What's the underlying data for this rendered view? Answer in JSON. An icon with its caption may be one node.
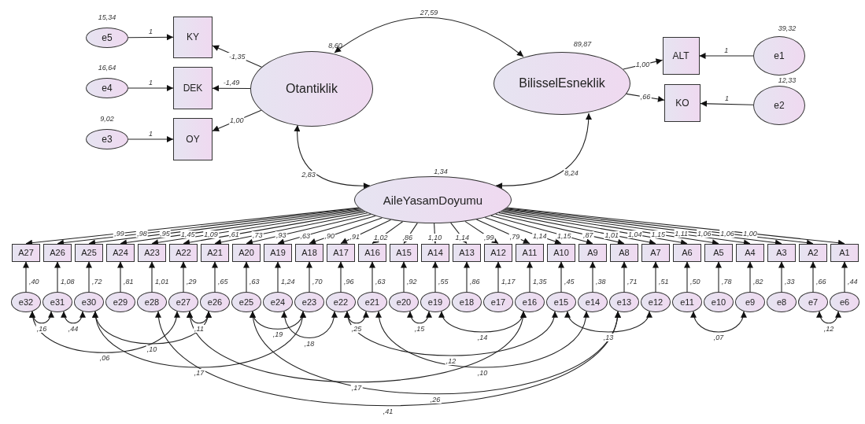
{
  "diagram": {
    "nodes": [
      {
        "text": [
          "e5"
        ],
        "beside": [
          "15,34"
        ]
      },
      {
        "text": [
          "KY"
        ]
      },
      {
        "text": [
          "e4"
        ],
        "beside": [
          "16,64"
        ]
      },
      {
        "text": [
          "DEK"
        ]
      },
      {
        "text": [
          "e3"
        ],
        "beside": [
          "9,02"
        ]
      },
      {
        "text": [
          "OY"
        ]
      },
      {
        "text": [
          "Otantiklik"
        ],
        "beside": [
          "8,60"
        ]
      },
      {
        "text": [
          "BilisselEsneklik"
        ],
        "beside": [
          "89,87"
        ]
      },
      {
        "text": [
          "ALT"
        ]
      },
      {
        "text": [
          "e1"
        ],
        "beside": [
          "39,32"
        ]
      },
      {
        "text": [
          "KO"
        ]
      },
      {
        "text": [
          "e2"
        ],
        "beside": [
          "12,33"
        ]
      },
      {
        "text": [
          "AileYasamDoyumu"
        ],
        "beside": [
          "1,34"
        ]
      },
      {
        "text": [
          "A27"
        ]
      },
      {
        "text": [
          "A26"
        ]
      },
      {
        "text": [
          "A25"
        ]
      },
      {
        "text": [
          "A24"
        ]
      },
      {
        "text": [
          "A23"
        ]
      },
      {
        "text": [
          "A22"
        ]
      },
      {
        "text": [
          "A21"
        ]
      },
      {
        "text": [
          "A20"
        ]
      },
      {
        "text": [
          "A19"
        ]
      },
      {
        "text": [
          "A18"
        ]
      },
      {
        "text": [
          "A17"
        ]
      },
      {
        "text": [
          "A16"
        ]
      },
      {
        "text": [
          "A15"
        ]
      },
      {
        "text": [
          "A14"
        ]
      },
      {
        "text": [
          "A13"
        ]
      },
      {
        "text": [
          "A12"
        ]
      },
      {
        "text": [
          "A11"
        ]
      },
      {
        "text": [
          "A10"
        ]
      },
      {
        "text": [
          "A9"
        ]
      },
      {
        "text": [
          "A8"
        ]
      },
      {
        "text": [
          "A7"
        ]
      },
      {
        "text": [
          "A6"
        ]
      },
      {
        "text": [
          "A5"
        ]
      },
      {
        "text": [
          "A4"
        ]
      },
      {
        "text": [
          "A3"
        ]
      },
      {
        "text": [
          "A2"
        ]
      },
      {
        "text": [
          "A1"
        ]
      },
      {
        "text": [
          "e32"
        ],
        "beside": [
          ",40"
        ]
      },
      {
        "text": [
          "e31"
        ],
        "beside": [
          "1,08"
        ]
      },
      {
        "text": [
          "e30"
        ],
        "beside": [
          ",72"
        ]
      },
      {
        "text": [
          "e29"
        ],
        "beside": [
          ",81"
        ]
      },
      {
        "text": [
          "e28"
        ],
        "beside": [
          "1,01"
        ]
      },
      {
        "text": [
          "e27"
        ],
        "beside": [
          ",29"
        ]
      },
      {
        "text": [
          "e26"
        ],
        "beside": [
          ",65"
        ]
      },
      {
        "text": [
          "e25"
        ],
        "beside": [
          ",63"
        ]
      },
      {
        "text": [
          "e24"
        ],
        "beside": [
          "1,24"
        ]
      },
      {
        "text": [
          "e23"
        ],
        "beside": [
          ",70"
        ]
      },
      {
        "text": [
          "e22"
        ],
        "beside": [
          ",96"
        ]
      },
      {
        "text": [
          "e21"
        ],
        "beside": [
          ",63"
        ]
      },
      {
        "text": [
          "e20"
        ],
        "beside": [
          ",92"
        ]
      },
      {
        "text": [
          "e19"
        ],
        "beside": [
          ",55"
        ]
      },
      {
        "text": [
          "e18"
        ],
        "beside": [
          ",86"
        ]
      },
      {
        "text": [
          "e17"
        ],
        "beside": [
          "1,17"
        ]
      },
      {
        "text": [
          "e16"
        ],
        "beside": [
          "1,35"
        ]
      },
      {
        "text": [
          "e15"
        ],
        "beside": [
          ",45"
        ]
      },
      {
        "text": [
          "e14"
        ],
        "beside": [
          ",38"
        ]
      },
      {
        "text": [
          "e13"
        ],
        "beside": [
          ",71"
        ]
      },
      {
        "text": [
          "e12"
        ],
        "beside": [
          ",51"
        ]
      },
      {
        "text": [
          "e11"
        ],
        "beside": [
          ",50"
        ]
      },
      {
        "text": [
          "e10"
        ],
        "beside": [
          ",78"
        ]
      },
      {
        "text": [
          "e9"
        ],
        "beside": [
          ",82"
        ]
      },
      {
        "text": [
          "e8"
        ],
        "beside": [
          ",33"
        ]
      },
      {
        "text": [
          "e7"
        ],
        "beside": [
          ",66"
        ]
      },
      {
        "text": [
          "e6"
        ],
        "beside": [
          ",44"
        ]
      }
    ],
    "edges": [
      {
        "from": 0,
        "to": 1,
        "arrow": "to",
        "label": "1"
      },
      {
        "from": 2,
        "to": 3,
        "arrow": "to",
        "label": "1"
      },
      {
        "from": 4,
        "to": 5,
        "arrow": "to",
        "label": "1"
      },
      {
        "from": 6,
        "to": 1,
        "arrow": "to",
        "label": "-1,35"
      },
      {
        "from": 6,
        "to": 3,
        "arrow": "to",
        "label": "-1,49"
      },
      {
        "from": 6,
        "to": 5,
        "arrow": "to",
        "label": "1,00"
      },
      {
        "from": 6,
        "to": 7,
        "arrow": "both",
        "label": "27,59"
      },
      {
        "from": 7,
        "to": 8,
        "arrow": "to",
        "label": "1,00"
      },
      {
        "from": 7,
        "to": 10,
        "arrow": "to",
        "label": ",66"
      },
      {
        "from": 9,
        "to": 8,
        "arrow": "to",
        "label": "1"
      },
      {
        "from": 11,
        "to": 10,
        "arrow": "to",
        "label": "1"
      },
      {
        "from": 12,
        "to": 6,
        "arrow": "both",
        "label": "2,83"
      },
      {
        "from": 12,
        "to": 7,
        "arrow": "both",
        "label": "8,24"
      },
      {
        "from": 12,
        "to": 13,
        "arrow": "to",
        "label": ",99"
      },
      {
        "from": 12,
        "to": 14,
        "arrow": "to",
        "label": ",98"
      },
      {
        "from": 12,
        "to": 15,
        "arrow": "to",
        "label": ",95"
      },
      {
        "from": 12,
        "to": 16,
        "arrow": "to",
        "label": "1,45"
      },
      {
        "from": 12,
        "to": 17,
        "arrow": "to",
        "label": "1,09"
      },
      {
        "from": 12,
        "to": 18,
        "arrow": "to",
        "label": ",61"
      },
      {
        "from": 12,
        "to": 19,
        "arrow": "to",
        "label": ",73"
      },
      {
        "from": 12,
        "to": 20,
        "arrow": "to",
        "label": ",93"
      },
      {
        "from": 12,
        "to": 21,
        "arrow": "to",
        "label": ",63"
      },
      {
        "from": 12,
        "to": 22,
        "arrow": "to",
        "label": ",90"
      },
      {
        "from": 12,
        "to": 23,
        "arrow": "to",
        "label": ",91"
      },
      {
        "from": 12,
        "to": 24,
        "arrow": "to",
        "label": "1,02"
      },
      {
        "from": 12,
        "to": 25,
        "arrow": "to",
        "label": ",86"
      },
      {
        "from": 12,
        "to": 26,
        "arrow": "to",
        "label": "1,10"
      },
      {
        "from": 12,
        "to": 27,
        "arrow": "to",
        "label": "1,14"
      },
      {
        "from": 12,
        "to": 28,
        "arrow": "to",
        "label": ",99"
      },
      {
        "from": 12,
        "to": 29,
        "arrow": "to",
        "label": ",79"
      },
      {
        "from": 12,
        "to": 30,
        "arrow": "to",
        "label": "1,14"
      },
      {
        "from": 12,
        "to": 31,
        "arrow": "to",
        "label": "1,15"
      },
      {
        "from": 12,
        "to": 32,
        "arrow": "to",
        "label": ",87"
      },
      {
        "from": 12,
        "to": 33,
        "arrow": "to",
        "label": "1,01"
      },
      {
        "from": 12,
        "to": 34,
        "arrow": "to",
        "label": "1,04"
      },
      {
        "from": 12,
        "to": 35,
        "arrow": "to",
        "label": "1,15"
      },
      {
        "from": 12,
        "to": 36,
        "arrow": "to",
        "label": "1,11"
      },
      {
        "from": 12,
        "to": 37,
        "arrow": "to",
        "label": "1,06"
      },
      {
        "from": 12,
        "to": 38,
        "arrow": "to",
        "label": "1,06"
      },
      {
        "from": 12,
        "to": 39,
        "arrow": "to",
        "label": "1,00"
      },
      {
        "from": 40,
        "to": 13,
        "arrow": "to"
      },
      {
        "from": 41,
        "to": 14,
        "arrow": "to"
      },
      {
        "from": 42,
        "to": 15,
        "arrow": "to"
      },
      {
        "from": 43,
        "to": 16,
        "arrow": "to"
      },
      {
        "from": 44,
        "to": 17,
        "arrow": "to"
      },
      {
        "from": 45,
        "to": 18,
        "arrow": "to"
      },
      {
        "from": 46,
        "to": 19,
        "arrow": "to"
      },
      {
        "from": 47,
        "to": 20,
        "arrow": "to"
      },
      {
        "from": 48,
        "to": 21,
        "arrow": "to"
      },
      {
        "from": 49,
        "to": 22,
        "arrow": "to"
      },
      {
        "from": 50,
        "to": 23,
        "arrow": "to"
      },
      {
        "from": 51,
        "to": 24,
        "arrow": "to"
      },
      {
        "from": 52,
        "to": 25,
        "arrow": "to"
      },
      {
        "from": 53,
        "to": 26,
        "arrow": "to"
      },
      {
        "from": 54,
        "to": 27,
        "arrow": "to"
      },
      {
        "from": 55,
        "to": 28,
        "arrow": "to"
      },
      {
        "from": 56,
        "to": 29,
        "arrow": "to"
      },
      {
        "from": 57,
        "to": 30,
        "arrow": "to"
      },
      {
        "from": 58,
        "to": 31,
        "arrow": "to"
      },
      {
        "from": 59,
        "to": 32,
        "arrow": "to"
      },
      {
        "from": 60,
        "to": 33,
        "arrow": "to"
      },
      {
        "from": 61,
        "to": 34,
        "arrow": "to"
      },
      {
        "from": 62,
        "to": 35,
        "arrow": "to"
      },
      {
        "from": 63,
        "to": 36,
        "arrow": "to"
      },
      {
        "from": 64,
        "to": 37,
        "arrow": "to"
      },
      {
        "from": 65,
        "to": 38,
        "arrow": "to"
      },
      {
        "from": 66,
        "to": 39,
        "arrow": "to"
      },
      {
        "from": 40,
        "to": 41,
        "arrow": "both",
        "label": ",16"
      },
      {
        "from": 41,
        "to": 42,
        "arrow": "both",
        "label": ",44"
      },
      {
        "from": 40,
        "to": 45,
        "arrow": "both",
        "label": ",06"
      },
      {
        "from": 42,
        "to": 46,
        "arrow": "both",
        "label": ",10"
      },
      {
        "from": 45,
        "to": 46,
        "arrow": "both",
        "label": ",11"
      },
      {
        "from": 42,
        "to": 49,
        "arrow": "both",
        "label": ",17"
      },
      {
        "from": 47,
        "to": 49,
        "arrow": "both",
        "label": ",19"
      },
      {
        "from": 48,
        "to": 50,
        "arrow": "both",
        "label": ",18"
      },
      {
        "from": 44,
        "to": 59,
        "arrow": "both",
        "label": ",41"
      },
      {
        "from": 47,
        "to": 59,
        "arrow": "both",
        "label": ",26"
      },
      {
        "from": 50,
        "to": 51,
        "arrow": "both",
        "label": ",25"
      },
      {
        "from": 52,
        "to": 53,
        "arrow": "both",
        "label": ",15"
      },
      {
        "from": 53,
        "to": 56,
        "arrow": "both",
        "label": ",14"
      },
      {
        "from": 57,
        "to": 60,
        "arrow": "both",
        "label": ",13"
      },
      {
        "from": 50,
        "to": 57,
        "arrow": "both",
        "label": ",12"
      },
      {
        "from": 51,
        "to": 58,
        "arrow": "both",
        "label": ",10"
      },
      {
        "from": 45,
        "to": 56,
        "arrow": "both",
        "label": ",17"
      },
      {
        "from": 61,
        "to": 63,
        "arrow": "both",
        "label": ",07"
      },
      {
        "from": 65,
        "to": 66,
        "arrow": "both",
        "label": ",12"
      }
    ]
  }
}
